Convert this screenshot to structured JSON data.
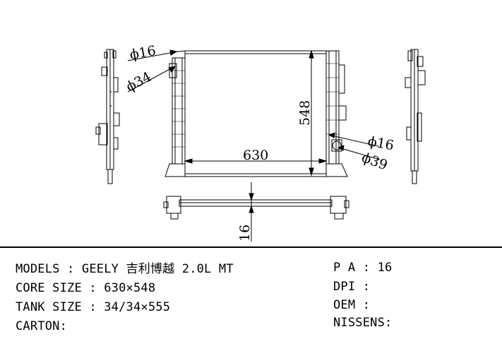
{
  "drawing": {
    "dim_top_small": "ϕ16",
    "dim_top_large": "ϕ34",
    "dim_height": "548",
    "dim_width": "630",
    "dim_side_small": "ϕ16",
    "dim_side_large": "ϕ39",
    "dim_thickness": "16"
  },
  "specs": {
    "models": "MODELS : GEELY 吉利博越 2.0L MT",
    "core_size": "CORE SIZE : 630×548",
    "tank_size": "TANK SIZE : 34/34×555",
    "carton": "CARTON:",
    "pa": "P A : 16",
    "dpi": "DPI :",
    "oem": "OEM :",
    "nissens": "NISSENS:"
  }
}
